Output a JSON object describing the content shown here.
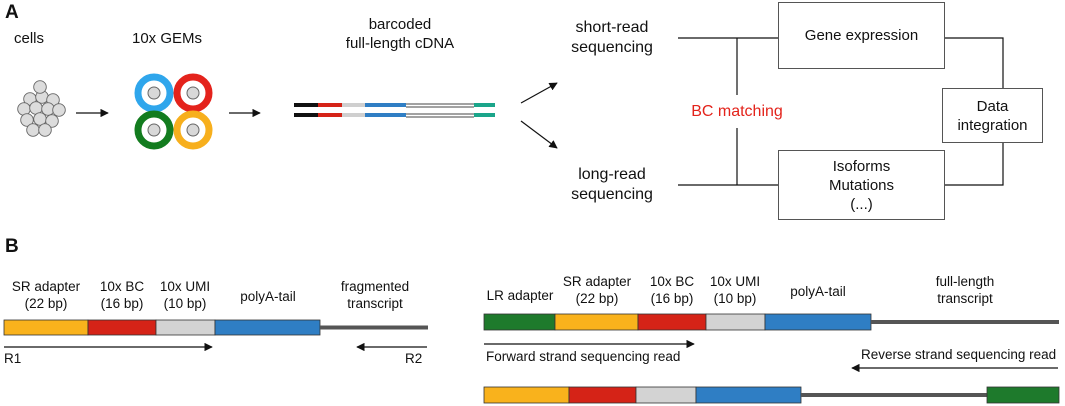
{
  "panel_a": {
    "label": "A",
    "cells_label": "cells",
    "gems_label": "10x GEMs",
    "cdna_label": [
      "barcoded",
      "full-length cDNA"
    ],
    "short_read": [
      "short-read",
      "sequencing"
    ],
    "long_read": [
      "long-read",
      "sequencing"
    ],
    "bc_matching": "BC matching",
    "gene_expression": "Gene expression",
    "data_integration": [
      "Data",
      "integration"
    ],
    "isoforms": [
      "Isoforms",
      "Mutations",
      "(...)"
    ]
  },
  "panel_b": {
    "label": "B",
    "sr_adapter": [
      "SR adapter",
      "(22 bp)"
    ],
    "bc": [
      "10x BC",
      "(16 bp)"
    ],
    "umi": [
      "10x UMI",
      "(10 bp)"
    ],
    "polya": "polyA-tail",
    "fragmented": [
      "fragmented",
      "transcript"
    ],
    "r1": "R1",
    "r2": "R2",
    "lr_adapter": "LR adapter",
    "full_length": [
      "full-length",
      "transcript"
    ],
    "forward_read": "Forward strand sequencing read",
    "reverse_read": "Reverse strand sequencing read"
  },
  "colors": {
    "sr_adapter": "#F9B21C",
    "bc": "#D52317",
    "umi": "#D3D3D3",
    "polya": "#2F7EC4",
    "lr_adapter": "#1E7A2C",
    "transcript": "#555555",
    "bc_matching_text": "#E3231B",
    "gem_blue": "#2FA6EC",
    "gem_red": "#E4231C",
    "gem_green": "#137C1F",
    "gem_orange": "#F7AF1D",
    "cdna_end": "#1BA58A"
  }
}
